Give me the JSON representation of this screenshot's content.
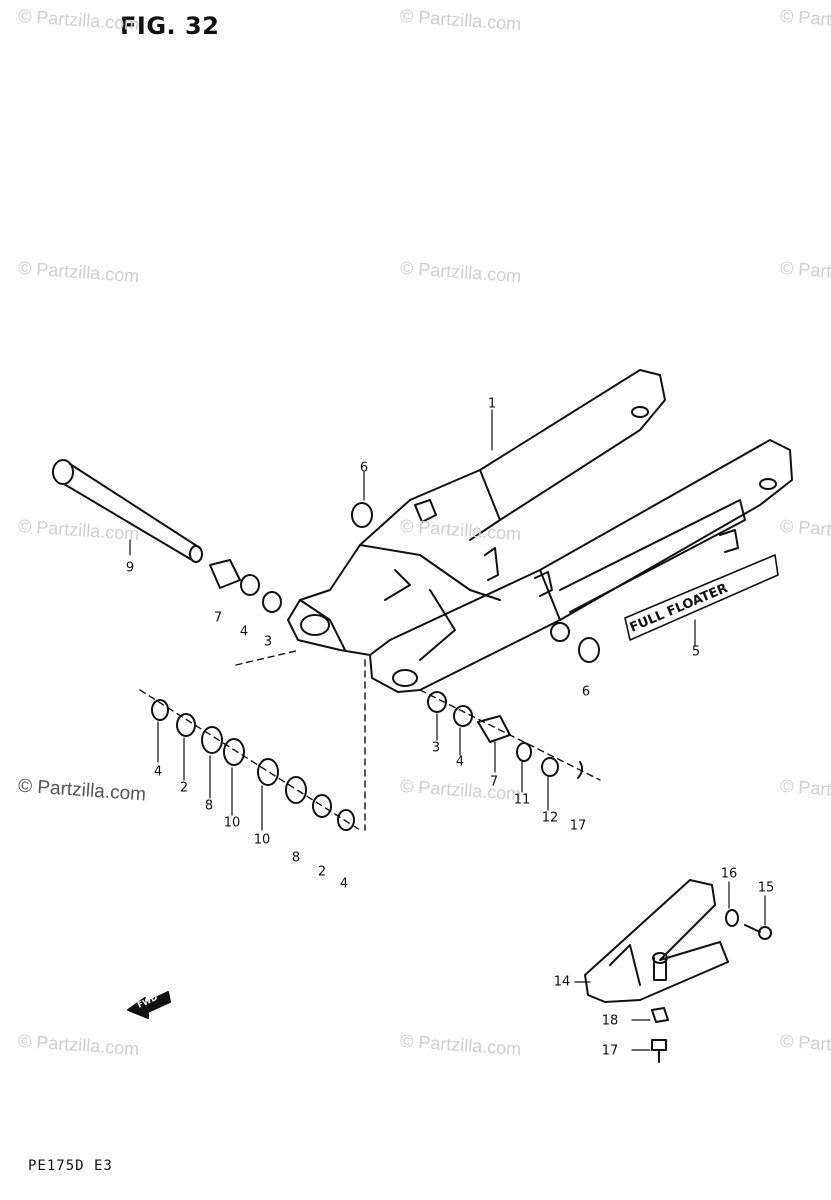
{
  "figure": {
    "title": "FIG. 32",
    "code": "PE175D E3"
  },
  "decal_text": "FULL FLOATER",
  "arrow_label": "FWD",
  "watermarks": [
    "© Partzilla.com",
    "© Partzilla.com",
    "© Partzilla.com",
    "© Partzilla.com",
    "© Partzilla.com",
    "© Partzilla.com",
    "© Partzilla.com",
    "© Partzilla.com",
    "© Partzilla.com",
    "© Partzilla.com",
    "© Partzilla.com",
    "© Partzilla.com",
    "© Partzilla.com",
    "© Partzilla.com",
    "© Partzilla.com"
  ],
  "callouts": [
    "1",
    "6",
    "9",
    "7",
    "4",
    "3",
    "5",
    "6",
    "4",
    "2",
    "8",
    "10",
    "10",
    "8",
    "2",
    "4",
    "3",
    "4",
    "7",
    "11",
    "12",
    "17",
    "16",
    "15",
    "14",
    "18",
    "17"
  ]
}
